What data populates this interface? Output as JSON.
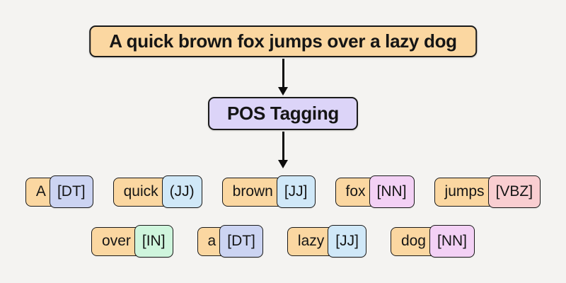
{
  "background": "#f4f3f1",
  "border_color": "#1a1a1a",
  "text_color": "#151515",
  "sentence": "A quick brown fox jumps over a lazy dog",
  "process": "POS Tagging",
  "colors": {
    "word_bg": "#fbd7a1",
    "process_bg": "#dcd4f8",
    "dt": "#ccd4f2",
    "jj": "#d0e8f8",
    "nn": "#f3d1f5",
    "vbz": "#f9ced1",
    "in": "#cff5dd"
  },
  "row1": [
    {
      "word": "A",
      "tag": "[DT]",
      "tag_color": "#ccd4f2"
    },
    {
      "word": "quick",
      "tag": "(JJ)",
      "tag_color": "#d0e8f8"
    },
    {
      "word": "brown",
      "tag": "[JJ]",
      "tag_color": "#d0e8f8"
    },
    {
      "word": "fox",
      "tag": "[NN]",
      "tag_color": "#f3d1f5"
    },
    {
      "word": "jumps",
      "tag": "[VBZ]",
      "tag_color": "#f9ced1"
    }
  ],
  "row2": [
    {
      "word": "over",
      "tag": "[IN]",
      "tag_color": "#cff5dd"
    },
    {
      "word": "a",
      "tag": "[DT]",
      "tag_color": "#ccd4f2"
    },
    {
      "word": "lazy",
      "tag": "[JJ]",
      "tag_color": "#d0e8f8"
    },
    {
      "word": "dog",
      "tag": "[NN]",
      "tag_color": "#f3d1f5"
    }
  ]
}
